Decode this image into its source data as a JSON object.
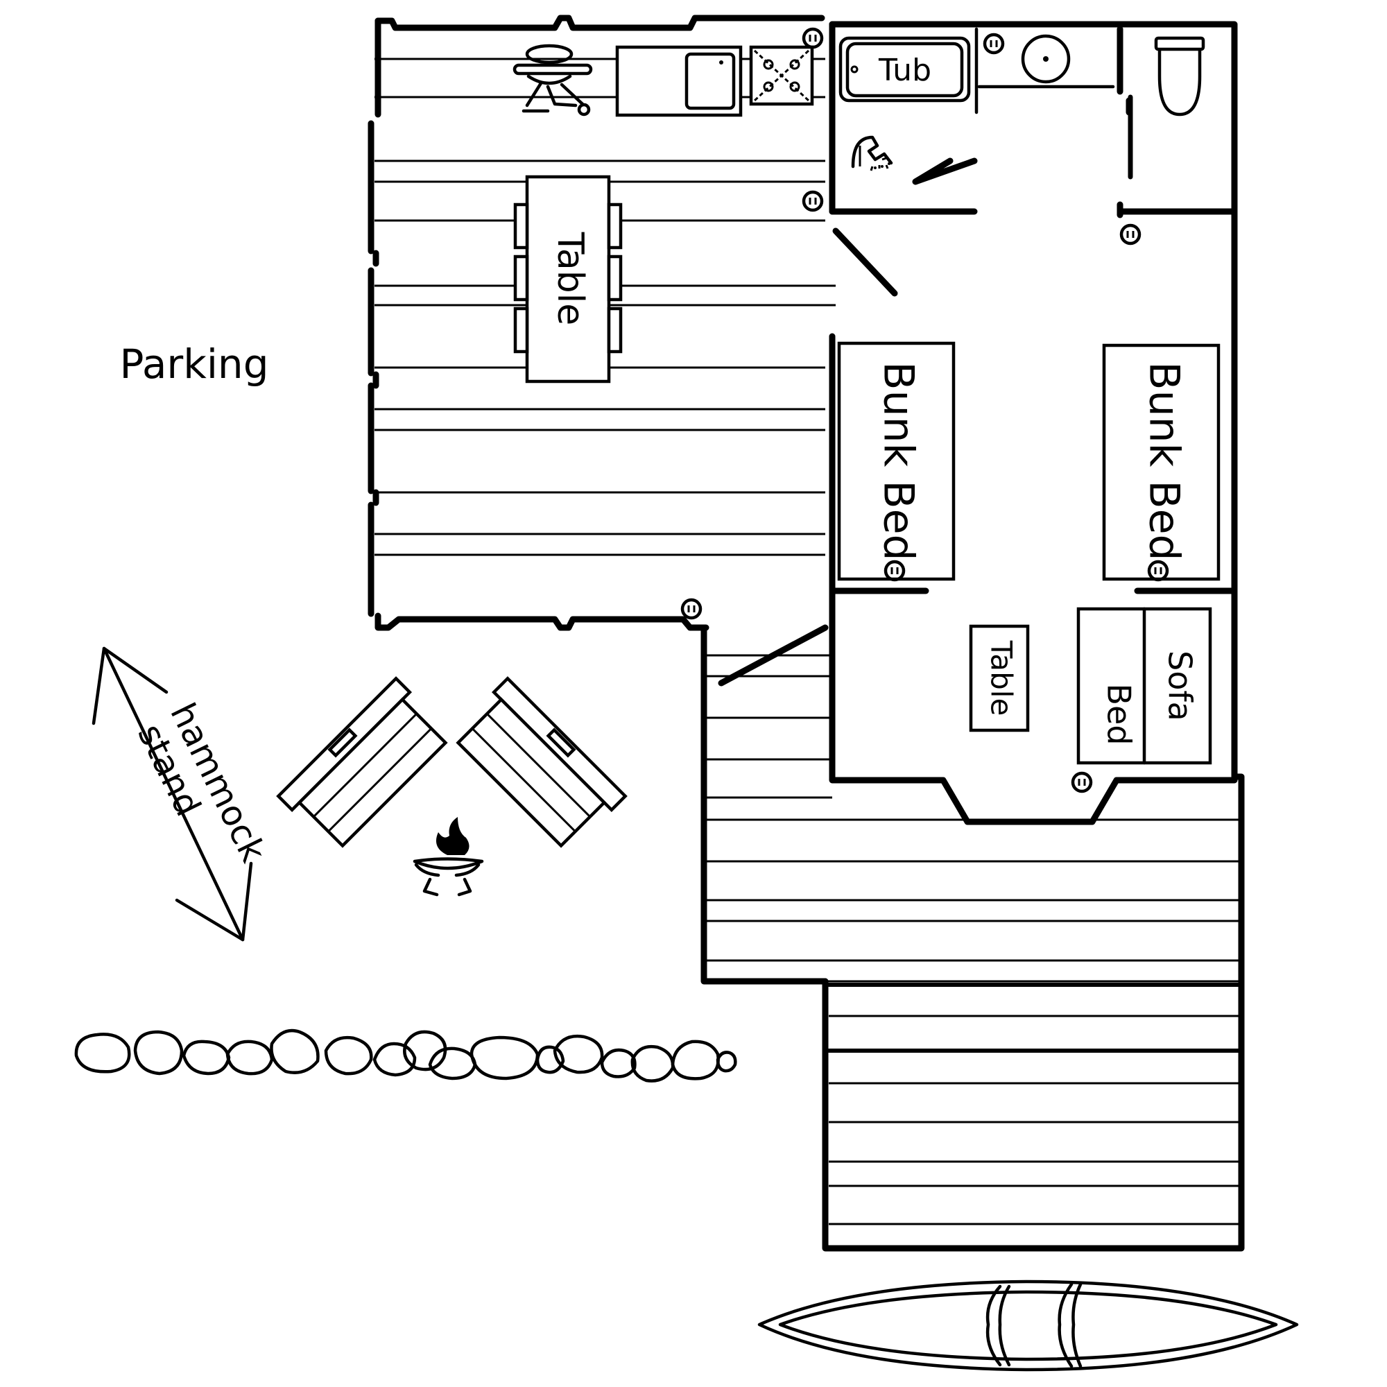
{
  "labels": {
    "parking": "Parking",
    "deck_table": "Table",
    "tub": "Tub",
    "bunk_bed_left": "Bunk Bed",
    "bunk_bed_right": "Bunk Bed",
    "living_table": "Table",
    "sofa_bed_line1": "Sofa",
    "sofa_bed_line2": "Bed",
    "hammock_line1": "hammock",
    "hammock_line2": "stand"
  },
  "icons": [
    "grill-icon",
    "sink-icon",
    "stove-icon",
    "outlet-icon",
    "bathroom-sink-icon",
    "toilet-icon",
    "shower-icon",
    "campfire-icon",
    "canoe-icon",
    "rock-icon",
    "arrow-icon"
  ],
  "colors": {
    "line": "#000000",
    "background": "#ffffff"
  }
}
